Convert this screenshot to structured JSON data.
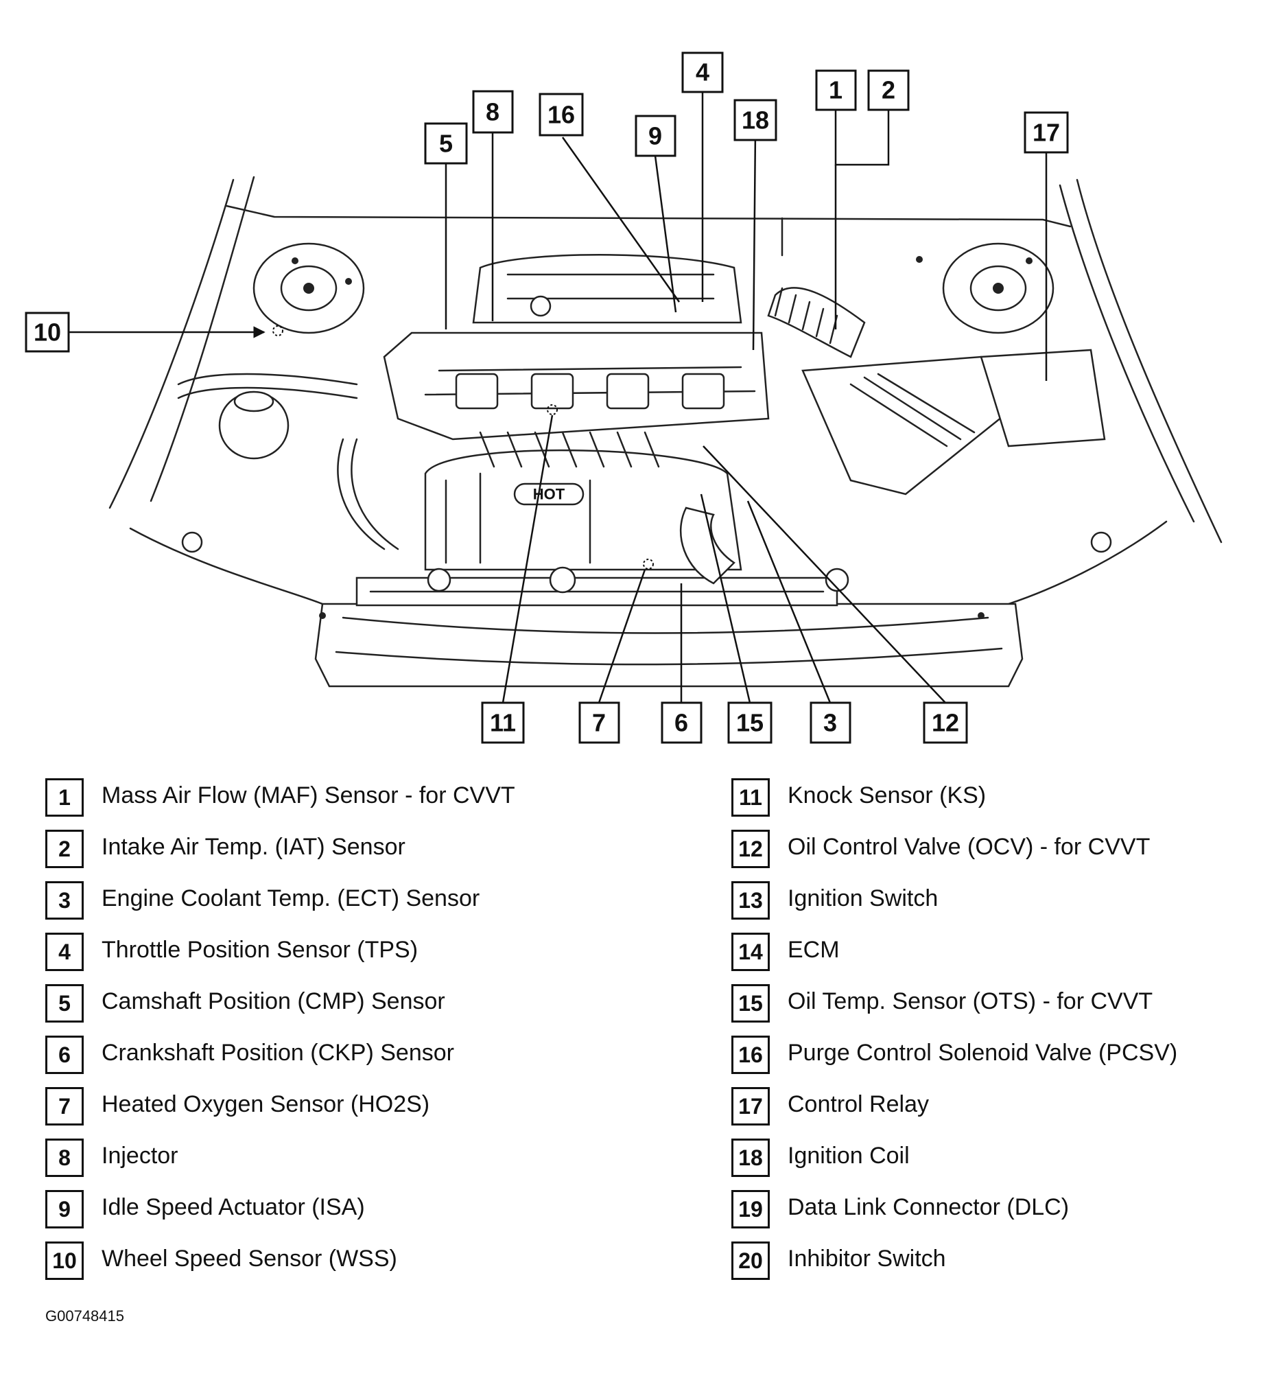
{
  "callouts": [
    {
      "id": "c10",
      "label": "10"
    },
    {
      "id": "c5",
      "label": "5"
    },
    {
      "id": "c8",
      "label": "8"
    },
    {
      "id": "c16",
      "label": "16"
    },
    {
      "id": "c9",
      "label": "9"
    },
    {
      "id": "c4",
      "label": "4"
    },
    {
      "id": "c18",
      "label": "18"
    },
    {
      "id": "c1",
      "label": "1"
    },
    {
      "id": "c2",
      "label": "2"
    },
    {
      "id": "c17",
      "label": "17"
    },
    {
      "id": "c11",
      "label": "11"
    },
    {
      "id": "c7",
      "label": "7"
    },
    {
      "id": "c6",
      "label": "6"
    },
    {
      "id": "c15",
      "label": "15"
    },
    {
      "id": "c3",
      "label": "3"
    },
    {
      "id": "c12",
      "label": "12"
    }
  ],
  "engine_marking": "HOT",
  "legend": {
    "left": [
      {
        "num": "1",
        "label": "Mass Air Flow (MAF) Sensor - for CVVT"
      },
      {
        "num": "2",
        "label": "Intake Air Temp. (IAT) Sensor"
      },
      {
        "num": "3",
        "label": "Engine Coolant Temp. (ECT) Sensor"
      },
      {
        "num": "4",
        "label": "Throttle Position Sensor (TPS)"
      },
      {
        "num": "5",
        "label": "Camshaft Position (CMP) Sensor"
      },
      {
        "num": "6",
        "label": "Crankshaft Position (CKP) Sensor"
      },
      {
        "num": "7",
        "label": "Heated Oxygen Sensor (HO2S)"
      },
      {
        "num": "8",
        "label": "Injector"
      },
      {
        "num": "9",
        "label": "Idle Speed Actuator (ISA)"
      },
      {
        "num": "10",
        "label": "Wheel Speed Sensor (WSS)"
      }
    ],
    "right": [
      {
        "num": "11",
        "label": "Knock Sensor (KS)"
      },
      {
        "num": "12",
        "label": "Oil Control Valve (OCV) - for CVVT"
      },
      {
        "num": "13",
        "label": "Ignition Switch"
      },
      {
        "num": "14",
        "label": "ECM"
      },
      {
        "num": "15",
        "label": "Oil Temp. Sensor (OTS) - for CVVT"
      },
      {
        "num": "16",
        "label": "Purge Control Solenoid Valve (PCSV)"
      },
      {
        "num": "17",
        "label": "Control Relay"
      },
      {
        "num": "18",
        "label": "Ignition Coil"
      },
      {
        "num": "19",
        "label": "Data Link Connector (DLC)"
      },
      {
        "num": "20",
        "label": "Inhibitor Switch"
      }
    ]
  },
  "figure_code": "G00748415"
}
